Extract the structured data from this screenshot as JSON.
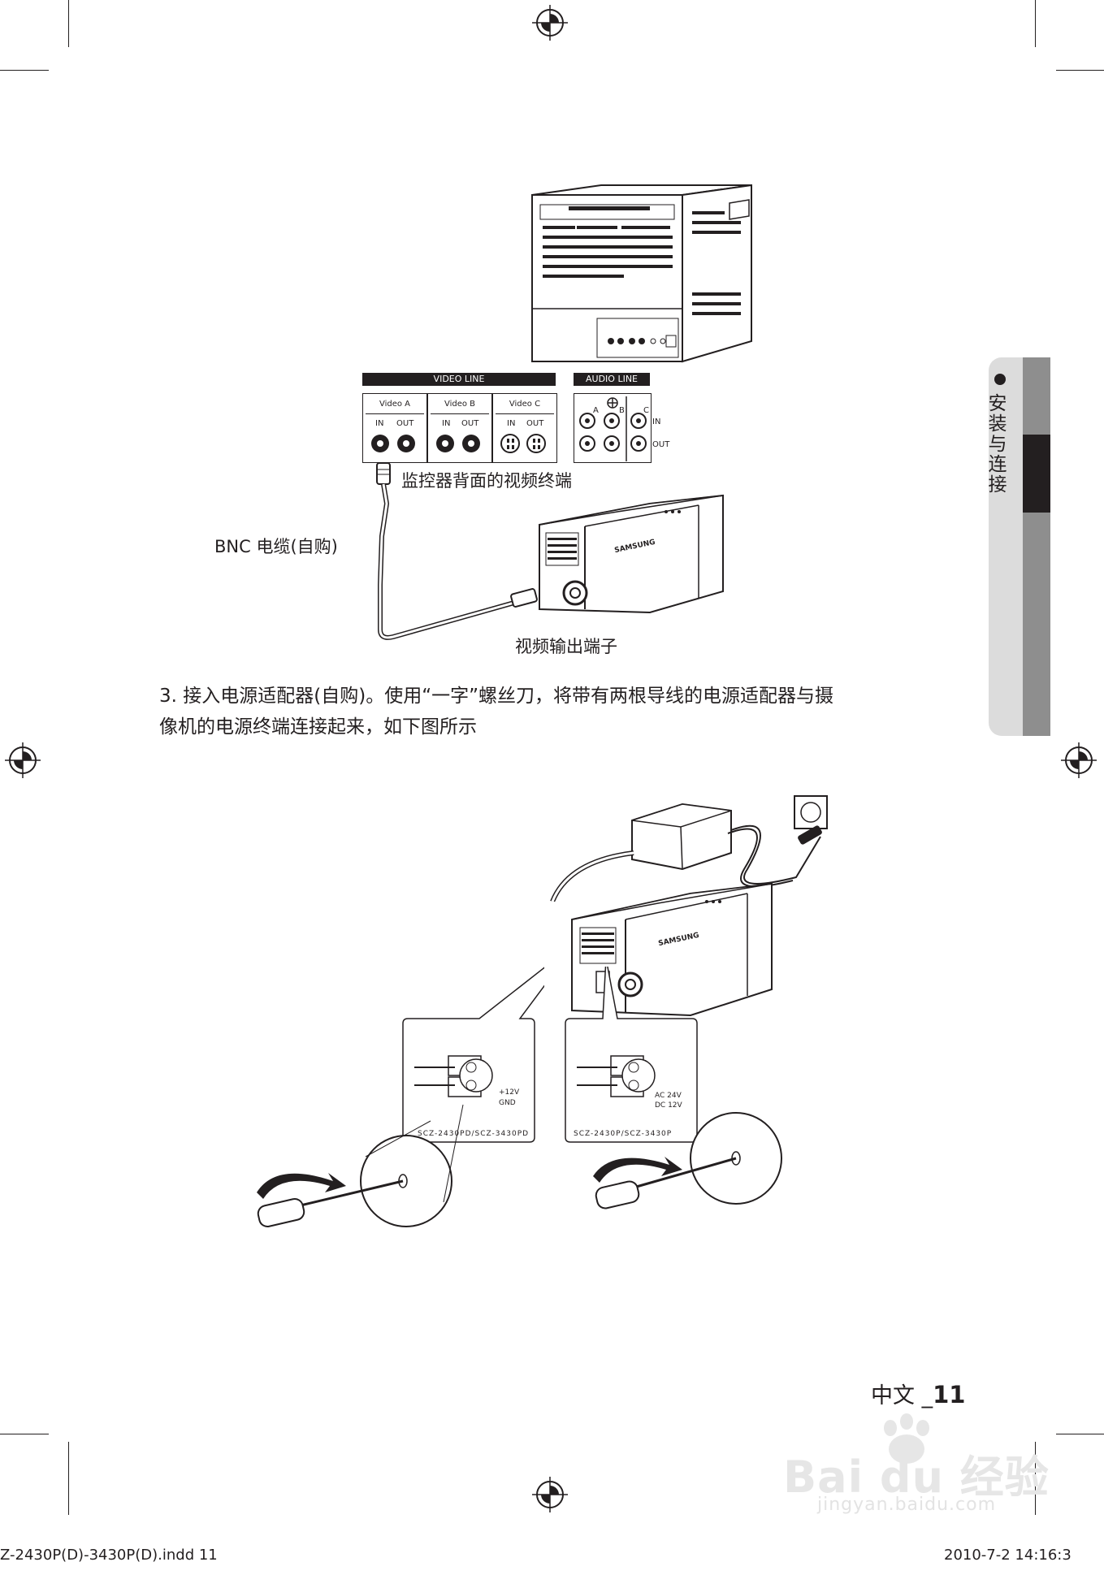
{
  "side_tab": {
    "label": "安装与连接"
  },
  "figure1": {
    "video_panel_title": "VIDEO LINE",
    "audio_panel_title": "AUDIO LINE",
    "video_channels": [
      "Video A",
      "Video B",
      "Video C"
    ],
    "jack_in": "IN",
    "jack_out": "OUT",
    "audio_channels": [
      "A",
      "B",
      "C"
    ],
    "audio_in": "IN",
    "audio_out": "OUT",
    "camera_brand": "SAMSUNG",
    "caption_monitor_back": "监控器背面的视频终端",
    "caption_bnc": "BNC 电缆(自购)",
    "caption_video_out": "视频输出端子"
  },
  "step3": {
    "line1": "3. 接入电源适配器(自购)。使用“一字”螺丝刀，将带有两根导线的电源适配器与摄",
    "line2": "像机的电源终端连接起来，如下图所示"
  },
  "figure2": {
    "camera_brand": "SAMSUNG",
    "left_terminal_plus": "+12V",
    "left_terminal_gnd": "GND",
    "left_model": "SCZ-2430PD/SCZ-3430PD",
    "right_terminal_ac": "AC 24V",
    "right_terminal_dc": "DC 12V",
    "right_model": "SCZ-2430P/SCZ-3430P"
  },
  "page_number": {
    "lang": "中文 _",
    "num": "11"
  },
  "footer": {
    "file": "Z-2430P(D)-3430P(D).indd   11",
    "datetime": "2010-7-2   14:16:3"
  },
  "watermark": {
    "main": "Bai du 经验",
    "sub": "jingyan.baidu.com"
  }
}
